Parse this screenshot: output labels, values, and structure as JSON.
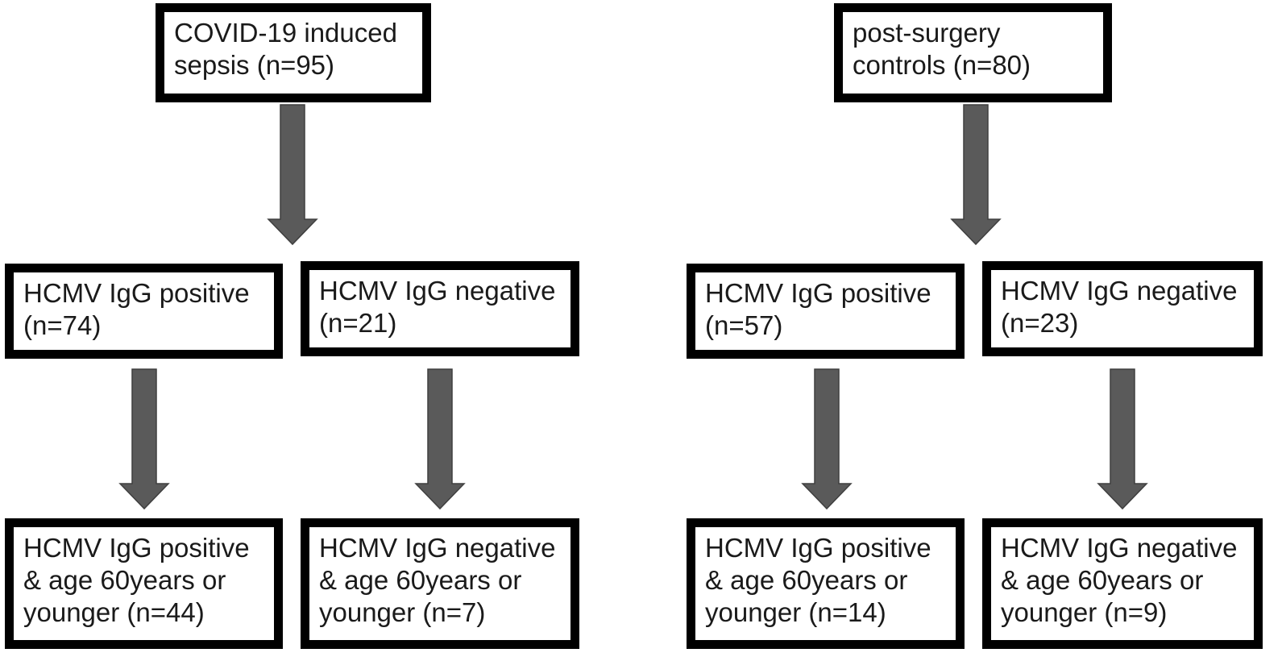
{
  "diagram": {
    "colors": {
      "box_border": "#000000",
      "arrow_fill": "#5a5a5a",
      "arrow_stroke": "#3f3f3f"
    },
    "covid": {
      "root": {
        "lines": [
          "COVID-19 induced",
          "sepsis (n=95)"
        ]
      },
      "positive": {
        "lines": [
          "HCMV IgG positive",
          "(n=74)"
        ]
      },
      "negative": {
        "lines": [
          "HCMV IgG negative",
          "(n=21)"
        ]
      },
      "positive_young": {
        "lines": [
          "HCMV IgG positive",
          "& age 60years or",
          "younger (n=44)"
        ]
      },
      "negative_young": {
        "lines": [
          "HCMV IgG negative",
          "& age 60years or",
          "younger (n=7)"
        ]
      }
    },
    "controls": {
      "root": {
        "lines": [
          "post-surgery",
          "controls (n=80)"
        ]
      },
      "positive": {
        "lines": [
          "HCMV IgG positive",
          "(n=57)"
        ]
      },
      "negative": {
        "lines": [
          "HCMV IgG negative",
          "(n=23)"
        ]
      },
      "positive_young": {
        "lines": [
          "HCMV IgG positive",
          "& age 60years or",
          "younger (n=14)"
        ]
      },
      "negative_young": {
        "lines": [
          "HCMV IgG negative",
          "& age 60years or",
          "younger (n=9)"
        ]
      }
    }
  }
}
